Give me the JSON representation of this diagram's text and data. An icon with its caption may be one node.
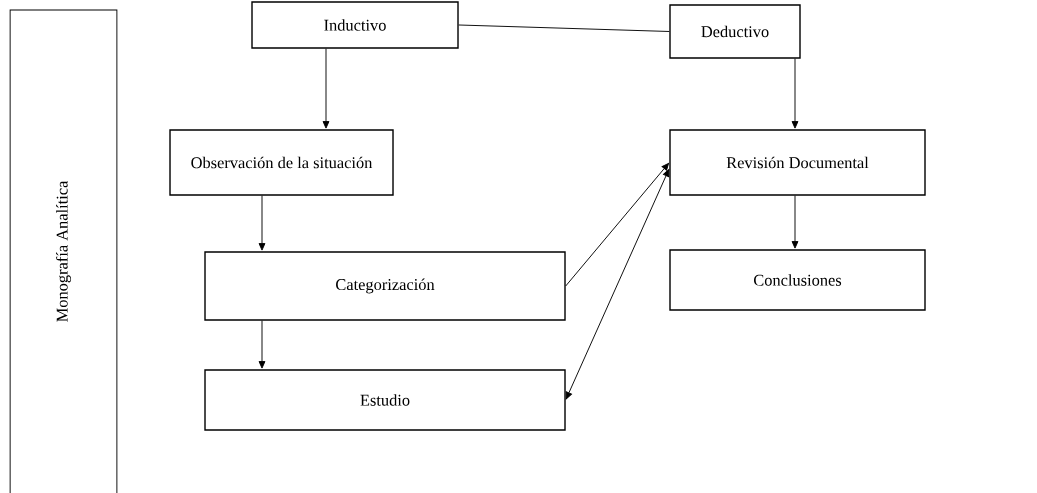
{
  "diagram": {
    "nodes": [
      {
        "text": [
          "Monografía Analítica"
        ]
      },
      {
        "text": [
          "Inductivo"
        ]
      },
      {
        "text": [
          "Deductivo"
        ]
      },
      {
        "text": [
          "Observación de la situación"
        ]
      },
      {
        "text": [
          "Revisión Documental"
        ]
      },
      {
        "text": [
          "Categorización"
        ]
      },
      {
        "text": [
          "Conclusiones"
        ]
      },
      {
        "text": [
          "Estudio"
        ]
      }
    ],
    "edges": [
      {
        "from": 1,
        "to": 2,
        "arrow": "none"
      },
      {
        "from": 1,
        "to": 3,
        "arrow": "to"
      },
      {
        "from": 2,
        "to": 4,
        "arrow": "to"
      },
      {
        "from": 3,
        "to": 5,
        "arrow": "to"
      },
      {
        "from": 4,
        "to": 6,
        "arrow": "to"
      },
      {
        "from": 5,
        "to": 7,
        "arrow": "to"
      },
      {
        "from": 5,
        "to": 4,
        "arrow": "to"
      },
      {
        "from": 7,
        "to": 4,
        "arrow": "both"
      }
    ]
  }
}
